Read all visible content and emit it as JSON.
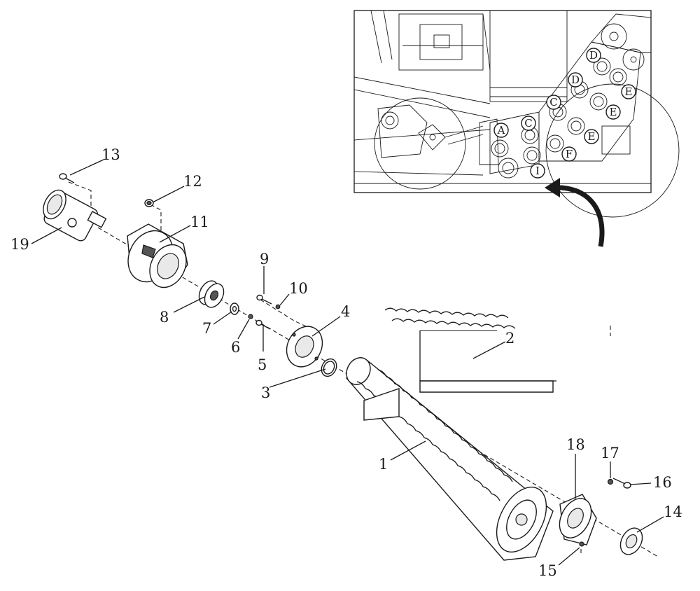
{
  "callouts": {
    "c1": "1",
    "c2": "2",
    "c3": "3",
    "c4": "4",
    "c5": "5",
    "c6": "6",
    "c7": "7",
    "c8": "8",
    "c9": "9",
    "c10": "10",
    "c11": "11",
    "c12": "12",
    "c13": "13",
    "c14": "14",
    "c15": "15",
    "c16": "16",
    "c17": "17",
    "c18": "18",
    "c19": "19"
  },
  "inset": {
    "A": "A",
    "C1": "C",
    "C2": "C",
    "D1": "D",
    "D2": "D",
    "E1": "E",
    "E2": "E",
    "E3": "E",
    "F": "F",
    "I": "I"
  }
}
